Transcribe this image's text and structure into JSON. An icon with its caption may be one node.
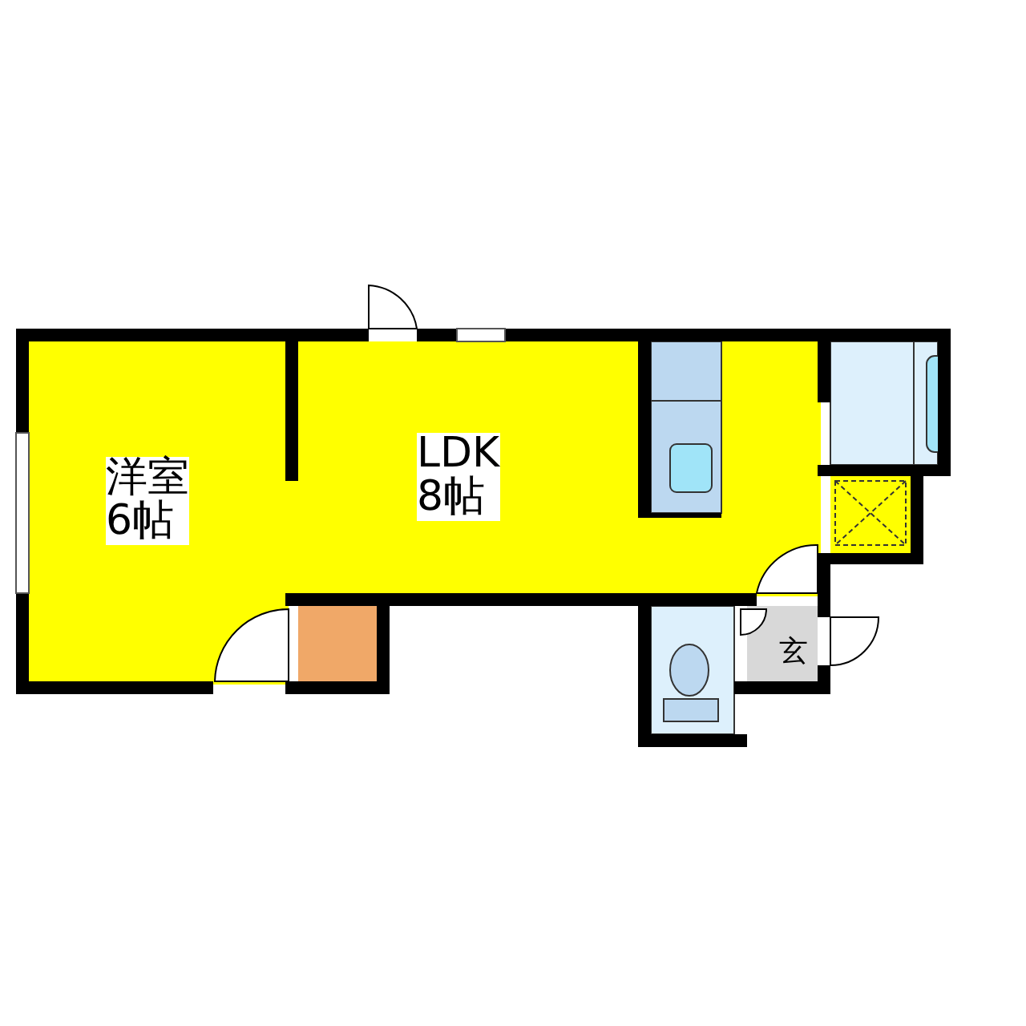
{
  "diagram": {
    "nodes": [
      {
        "text": [
          "洋室",
          "6帖"
        ]
      },
      {
        "text": [
          "LDK",
          "8帖"
        ]
      },
      {
        "text": [
          "玄"
        ]
      }
    ]
  }
}
